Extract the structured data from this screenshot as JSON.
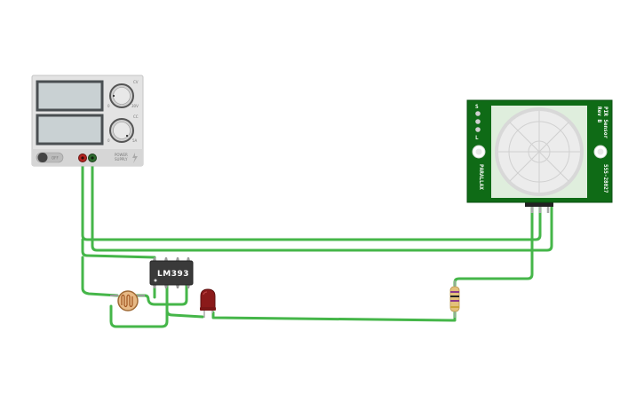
{
  "power_supply": {
    "switch_label": "OFF",
    "knob1_scale_min": "0",
    "knob1_scale_max": "30V",
    "knob2_scale_min": "0",
    "knob2_scale_max": "5A",
    "knob1_tag": "CV",
    "knob2_tag": "CC",
    "brand_line1": "POWER",
    "brand_line2": "SUPPLY",
    "terminal_pos_color": "#b3241f",
    "terminal_neg_color": "#2e6b2f"
  },
  "comparator": {
    "label": "LM393"
  },
  "pir_sensor": {
    "pin_labels": [
      "S",
      "L"
    ],
    "title": "PIR Sensor",
    "revision": "Rev B",
    "brand": "PARALLAX",
    "part_number": "555-28027",
    "board_color": "#0f6b16"
  },
  "colors": {
    "wire": "#45b649",
    "led": "#8b1a1a",
    "photoresistor": "#e7b985",
    "resistor_body": "#e3c17a"
  }
}
